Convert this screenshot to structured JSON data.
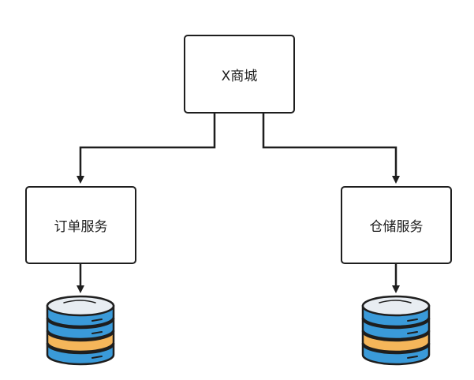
{
  "nodes": {
    "top": {
      "label": "X商城"
    },
    "left": {
      "label": "订单服务"
    },
    "right": {
      "label": "仓储服务"
    }
  },
  "colors": {
    "stroke": "#1e1e1e",
    "db_blue": "#3a9ad9",
    "db_orange": "#f5b65a",
    "db_top": "#e8edf2"
  },
  "icons": {
    "left_database": "database-icon",
    "right_database": "database-icon"
  }
}
